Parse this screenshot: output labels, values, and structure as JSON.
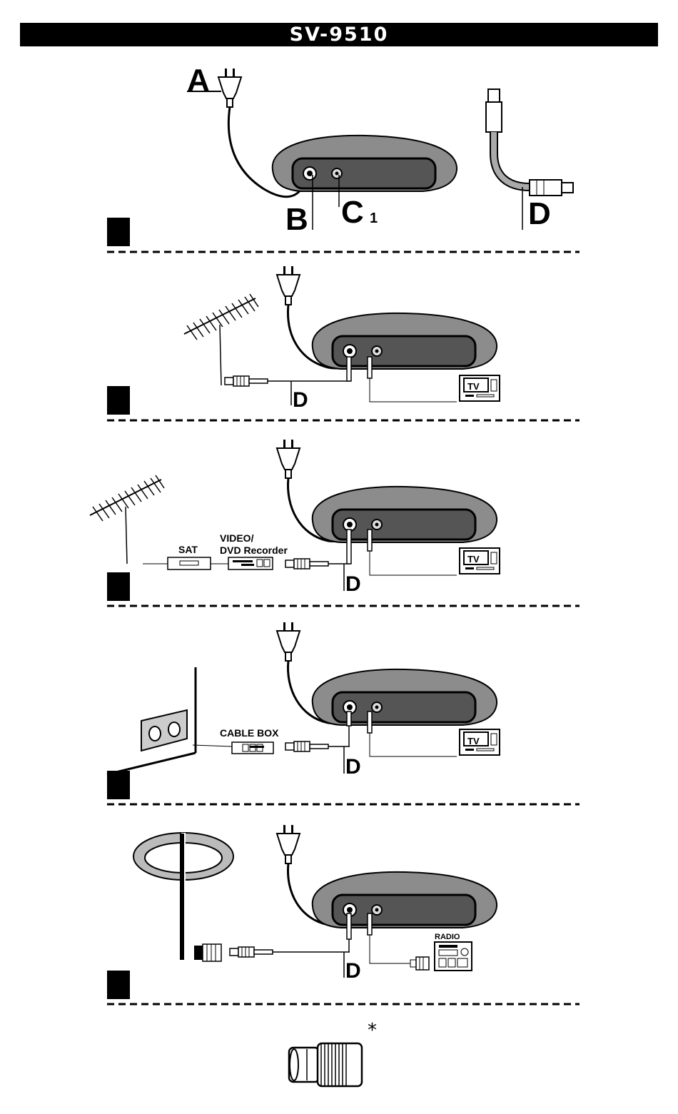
{
  "header": {
    "title": "SV-9510"
  },
  "section1": {
    "label_a": "A",
    "label_b": "B",
    "label_c": "C",
    "label_c_num": "1",
    "label_d": "D"
  },
  "section2": {
    "label_d": "D",
    "tv": "TV"
  },
  "section3": {
    "sat": "SAT",
    "video_line1": "VIDEO/",
    "video_line2": "DVD Recorder",
    "label_d": "D",
    "tv": "TV"
  },
  "section4": {
    "cable_box": "CABLE BOX",
    "label_d": "D",
    "tv": "TV"
  },
  "section5": {
    "radio": "RADIO",
    "label_d": "D"
  },
  "footer": {
    "asterisk": "*"
  },
  "colors": {
    "device_body": "#8c8c8c",
    "device_panel": "#555555",
    "ink": "#000000"
  }
}
